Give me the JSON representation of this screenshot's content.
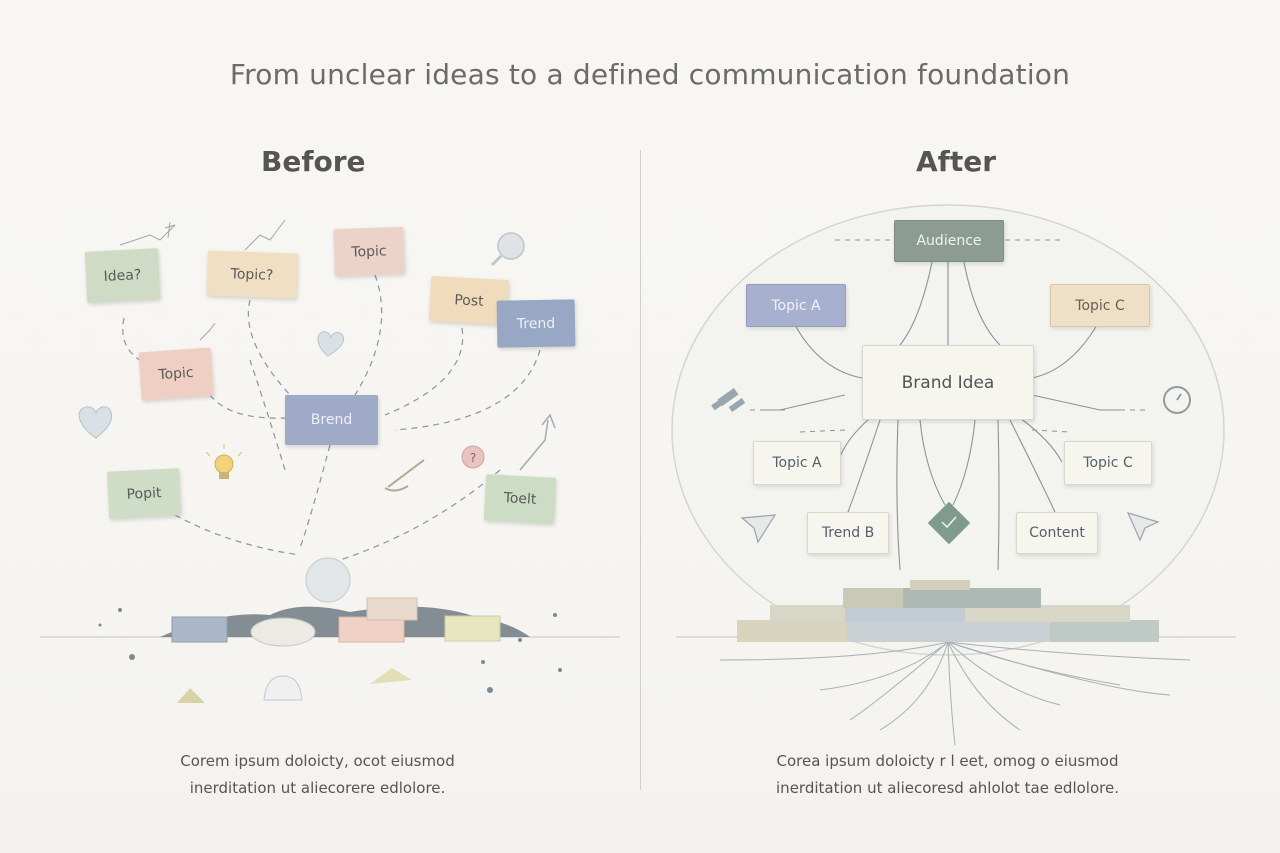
{
  "title": "From unclear ideas to a defined communication foundation",
  "before": {
    "heading": "Before",
    "cards": {
      "idea": "Idea?",
      "topic_q": "Topic?",
      "topic_top": "Topic",
      "post": "Post",
      "trend": "Trend",
      "topic_mid": "Topic",
      "brand": "Brend",
      "popit": "Popit",
      "toelt": "Toelt"
    },
    "caption_line1": "Corem ipsum doloicty, ocot eiusmod",
    "caption_line2": "inerditation ut aliecorere edlolore."
  },
  "after": {
    "heading": "After",
    "nodes": {
      "audience": "Audience",
      "topic_a_top": "Topic A",
      "topic_c_top": "Topic C",
      "brand_idea": "Brand Idea",
      "topic_a": "Topic A",
      "topic_c": "Topic C",
      "trend_b": "Trend B",
      "content": "Content"
    },
    "caption_line1": "Corea ipsum doloicty r l eet, omog o eiusmod",
    "caption_line2": "inerditation ut aliecoresd ahlolot tae edlolore."
  }
}
